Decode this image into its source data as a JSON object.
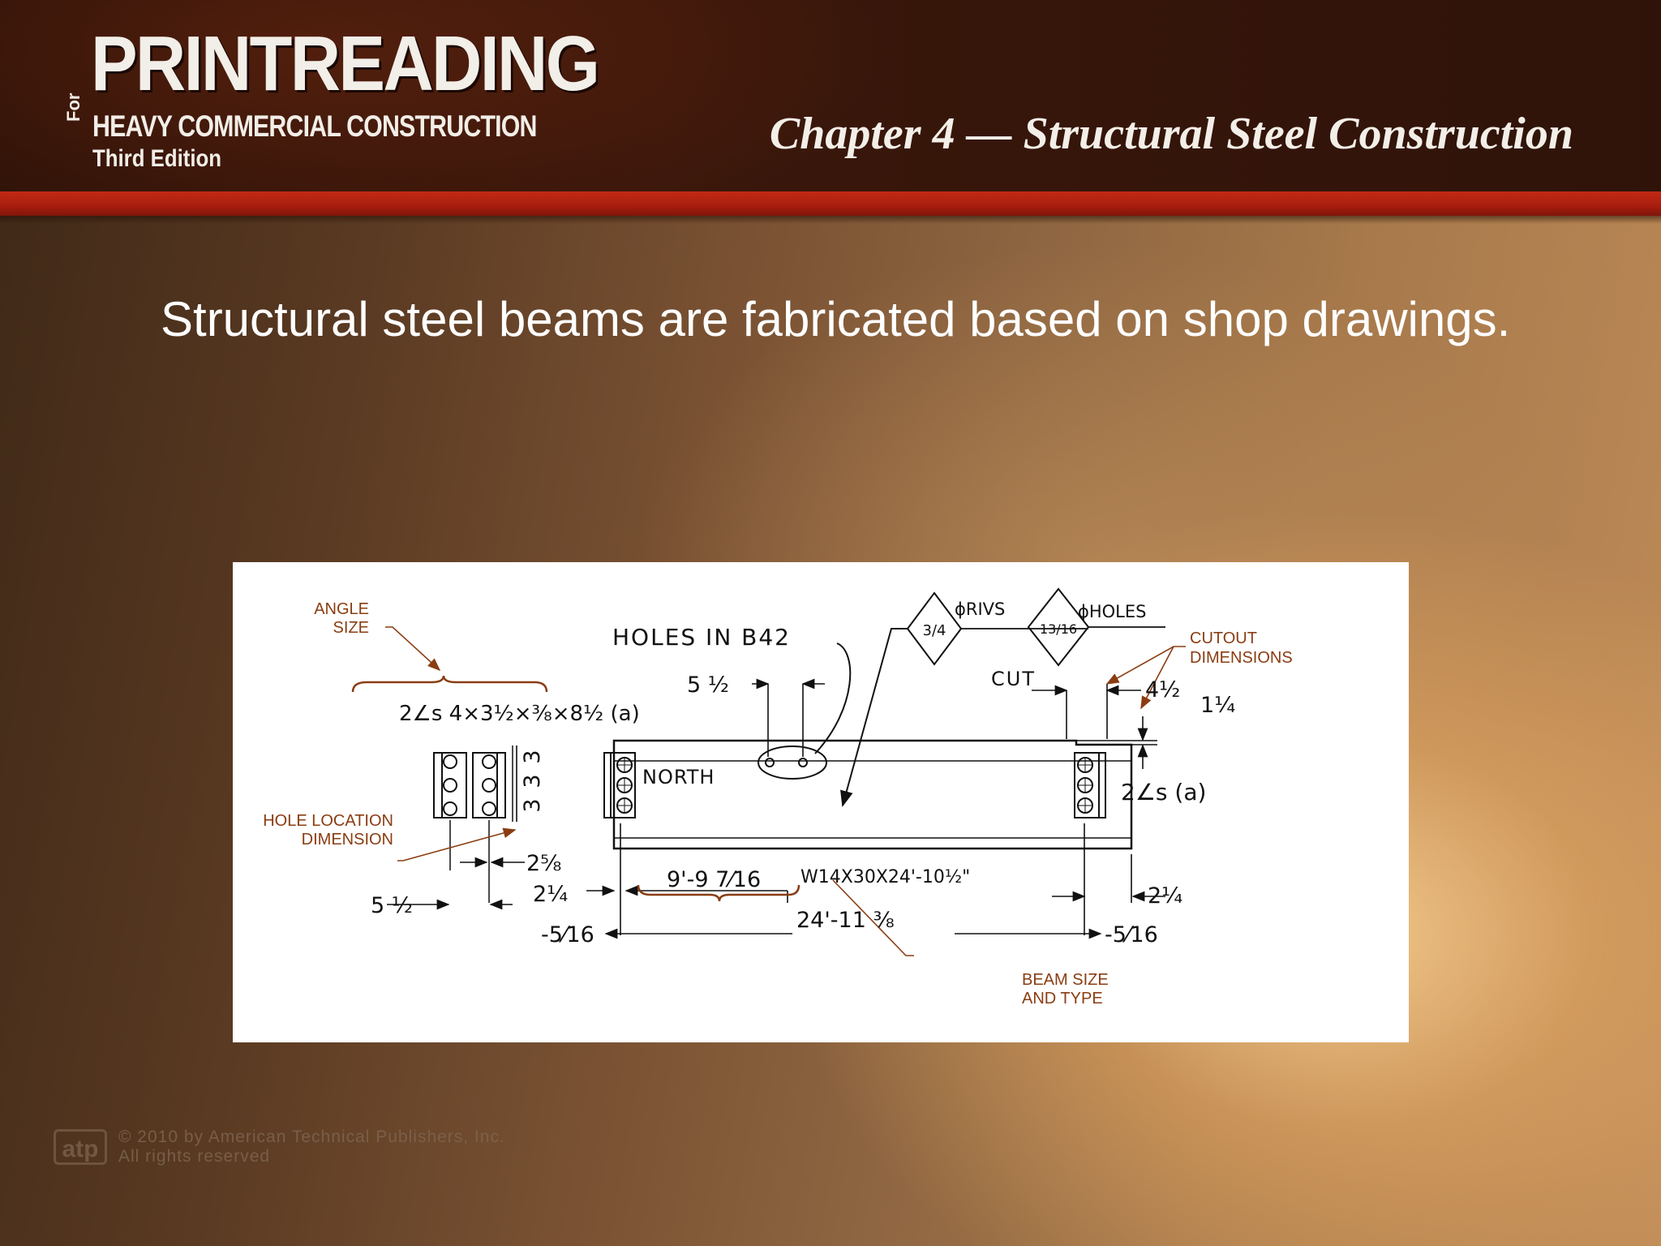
{
  "header": {
    "logo_title": "PRINTREADING",
    "logo_for": "For",
    "logo_subtitle": "HEAVY COMMERCIAL CONSTRUCTION",
    "logo_edition": "Third Edition",
    "chapter_title": "Chapter 4 — Structural Steel Construction"
  },
  "slide": {
    "body_text": "Structural steel beams are fabricated based on shop drawings."
  },
  "figure": {
    "callouts": {
      "angle_size_1": "ANGLE",
      "angle_size_2": "SIZE",
      "cutout_1": "CUTOUT",
      "cutout_2": "DIMENSIONS",
      "hole_location_1": "HOLE LOCATION",
      "hole_location_2": "DIMENSION",
      "beam_size_1": "BEAM SIZE",
      "beam_size_2": "AND TYPE"
    },
    "notes": {
      "holes_in": "HOLES IN B42",
      "rivs": "ϕRIVS",
      "holes": "ϕHOLES",
      "riv_size": "3/4",
      "hole_size": "13/16",
      "cut": "CUT",
      "north": "NORTH",
      "angle_spec": "2∠s 4×3½×⅜×8½ (a)",
      "angles_right": "2∠s (a)",
      "beam_spec": "W14X30X24'-10½\""
    },
    "dimensions": {
      "d_5_half_top": "5 ½",
      "d_4_half": "4½",
      "d_1_quarter": "1¼",
      "d_3a": "3",
      "d_3b": "3",
      "d_3c": "3",
      "d_2_5_8": "2⅝",
      "d_2_1_4_left": "2¼",
      "d_5_16_left": "-5⁄16",
      "d_5_half_left": "5 ½",
      "d_9_9_7_16": "9'-9 7⁄16",
      "d_24_11_3_8": "24'-11 ⅜",
      "d_2_1_4_right": "2¼",
      "d_5_16_right": "-5⁄16"
    }
  },
  "footer": {
    "logo": "atp",
    "copyright_1": "© 2010  by American Technical Publishers, Inc.",
    "copyright_2": "All rights reserved"
  },
  "colors": {
    "header_bg": "#2d1208",
    "red_band": "#b3220f",
    "callout": "#8a3d12"
  }
}
